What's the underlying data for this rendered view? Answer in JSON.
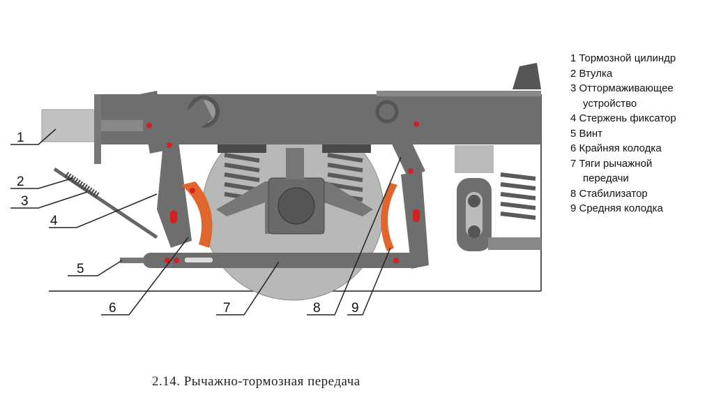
{
  "callouts": [
    "1",
    "2",
    "3",
    "4",
    "5",
    "6",
    "7",
    "8",
    "9"
  ],
  "legend": [
    {
      "text": "1 Тормозной цилиндр"
    },
    {
      "text": "2 Втулка"
    },
    {
      "text": "3 Оттормаживающее",
      "cont": "устройство"
    },
    {
      "text": "4 Стержень фиксатор"
    },
    {
      "text": "5 Винт"
    },
    {
      "text": "6 Крайняя колодка"
    },
    {
      "text": "7 Тяги рычажной",
      "cont": "передачи"
    },
    {
      "text": "8 Стабилизатор"
    },
    {
      "text": "9 Средняя колодка"
    }
  ],
  "caption": "2.14. Рычажно-тормозная передача",
  "colors": {
    "frame": "#6e6e6e",
    "wheel": "#b8b8b8",
    "shoe": "#e0662c",
    "pin": "#d42020"
  }
}
